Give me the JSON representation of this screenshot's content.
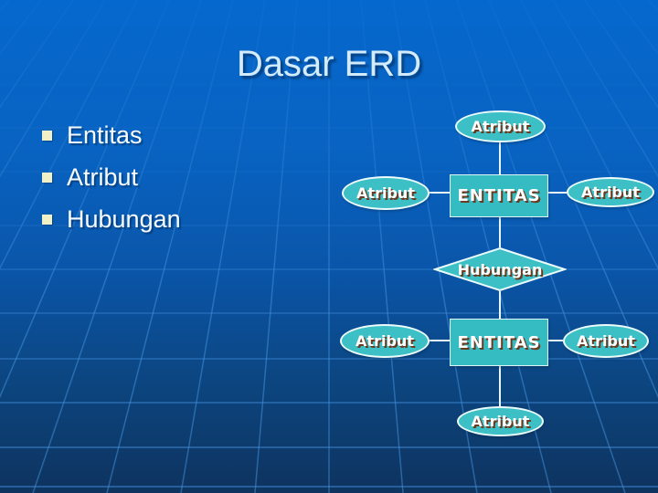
{
  "slide": {
    "title": "Dasar ERD"
  },
  "bullets": {
    "items": [
      {
        "label": "Entitas"
      },
      {
        "label": "Atribut"
      },
      {
        "label": "Hubungan"
      }
    ]
  },
  "diagram": {
    "attribute_label": "Atribut",
    "entity_label": "ENTITAS",
    "relationship_label": "Hubungan"
  },
  "colors": {
    "background_top": "#0667cd",
    "background_bottom": "#0e335f",
    "grid_line": "#4595e2",
    "shape_fill": "#3cc0c6",
    "shape_border": "#ecfbfb",
    "shape_text": "#ffffff",
    "shape_text_shadow": "#6a3a20",
    "title_text": "#d3ebfa",
    "bullet_square": "#f2f0c6",
    "connector": "#e8f6f8"
  }
}
